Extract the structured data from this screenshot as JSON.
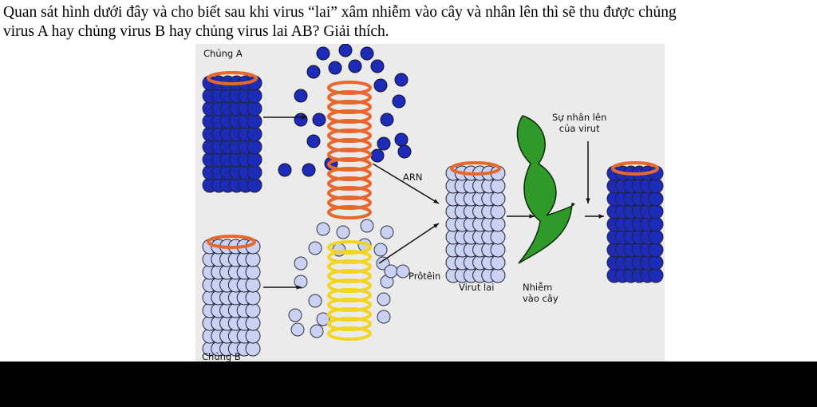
{
  "question": {
    "line1": "Quan sát hình dưới đây và cho biết sau khi virus “lai” xâm nhiễm vào cây và nhân lên thì sẽ thu được chủng",
    "line2": "virus A hay chủng virus B hay chủng virus lai AB? Giải thích."
  },
  "figure": {
    "strain_a": "Chủng A",
    "strain_b": "Chủng B",
    "rna": "ARN",
    "protein": "Prôtêin",
    "hybrid": "Virut lai",
    "infect_1": "Nhiễm",
    "infect_2": "vào cây",
    "mult_1": "Sự nhân lên",
    "mult_2": "của virut"
  },
  "colors": {
    "blue": "#1c2cb8",
    "light": "#c9d2f2",
    "orange": "#e8672c",
    "yellow": "#f2d422",
    "leaf": "#2f9a2a"
  }
}
